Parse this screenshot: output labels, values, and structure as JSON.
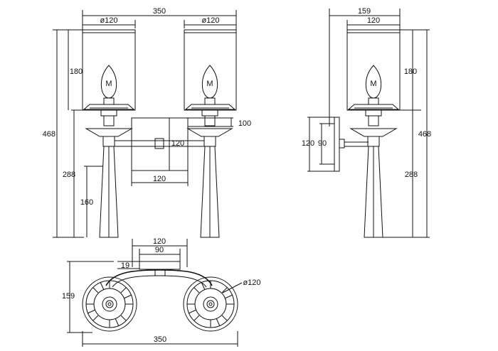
{
  "front_view": {
    "width_total": "350",
    "shade_dia_left": "ø120",
    "shade_dia_right": "ø120",
    "shade_height": "180",
    "total_height": "468",
    "lower_height": "288",
    "stem_height": "160",
    "plate_offset": "100",
    "plate_height": "120",
    "plate_width": "120",
    "bulb_mark": "M"
  },
  "side_view": {
    "depth_total": "159",
    "shade_width": "120",
    "shade_height": "180",
    "total_height": "468",
    "lower_height": "288",
    "plate_height": "120",
    "plate_inner": "90",
    "bulb_mark": "M"
  },
  "top_view": {
    "plate_width": "120",
    "plate_inner": "90",
    "plate_depth": "19",
    "depth_total": "159",
    "shade_dia": "ø120",
    "width_total": "350"
  },
  "colors": {
    "line": "#111111",
    "background": "#ffffff"
  }
}
